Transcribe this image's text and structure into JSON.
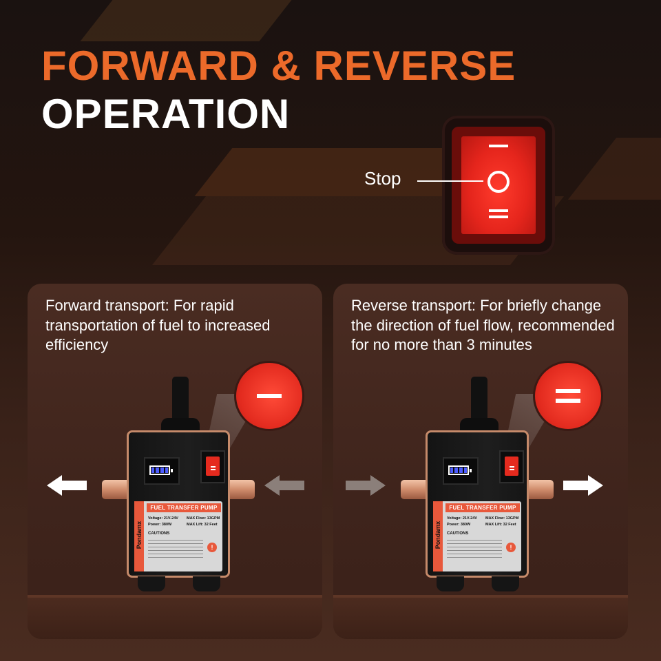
{
  "headline": {
    "line1": "FORWARD & REVERSE",
    "line2": "OPERATION",
    "line1_color": "#ec6a2a",
    "line2_color": "#ffffff"
  },
  "switch_callout": {
    "label": "Stop",
    "color": "#e5251c"
  },
  "panels": [
    {
      "id": "forward",
      "text": "Forward transport: For rapid transportation of fuel to increased efficiency",
      "zoom_symbol": "single-bar",
      "pump": {
        "title": "FUEL TRANSFER PUMP",
        "brand": "Pondamx",
        "specs": [
          "Voltage: 21V-24V",
          "MAX Flow: 13GPM",
          "Power: 380W",
          "MAX Lift: 32 Feet"
        ],
        "cautions_label": "CAUTIONS"
      },
      "arrows": {
        "left": "white-arrow-left-icon",
        "right": "gray-arrow-left-icon"
      }
    },
    {
      "id": "reverse",
      "text": "Reverse transport: For briefly change the direction of fuel flow, recommended for no more than 3 minutes",
      "zoom_symbol": "double-bar",
      "pump": {
        "title": "FUEL TRANSFER PUMP",
        "brand": "Pondamx",
        "specs": [
          "Voltage: 21V-24V",
          "MAX Flow: 13GPM",
          "Power: 380W",
          "MAX Lift: 32 Feet"
        ],
        "cautions_label": "CAUTIONS"
      },
      "arrows": {
        "left": "gray-arrow-right-icon",
        "right": "white-arrow-right-icon"
      }
    }
  ]
}
